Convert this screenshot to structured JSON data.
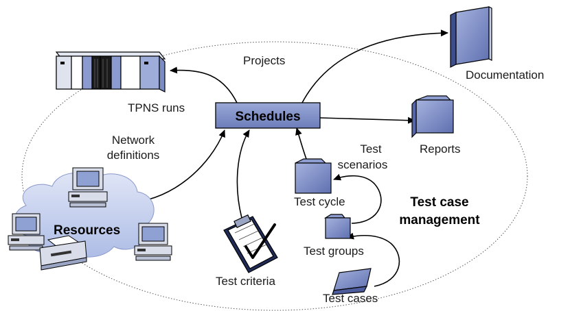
{
  "labels": {
    "projects": "Projects",
    "tpns_runs": "TPNS runs",
    "documentation": "Documentation",
    "schedules": "Schedules",
    "reports": "Reports",
    "network_definitions_line1": "Network",
    "network_definitions_line2": "definitions",
    "test_scenarios_line1": "Test",
    "test_scenarios_line2": "scenarios",
    "test_cycle": "Test cycle",
    "test_case_management_line1": "Test case",
    "test_case_management_line2": "management",
    "resources": "Resources",
    "test_groups": "Test groups",
    "test_criteria": "Test criteria",
    "test_cases": "Test cases"
  },
  "colors": {
    "box_fill": "#7e8fc4",
    "folder_fill": "#7c8cc2",
    "cloud_fill": "#c9d3ee",
    "monitor_screen": "#8fa0d2",
    "stroke": "#000000"
  },
  "icons": [
    "server-rack-icon",
    "book-icon",
    "folder-icon",
    "cloud-icon",
    "computer-icon",
    "printer-icon",
    "clipboard-icon",
    "document-icon"
  ]
}
